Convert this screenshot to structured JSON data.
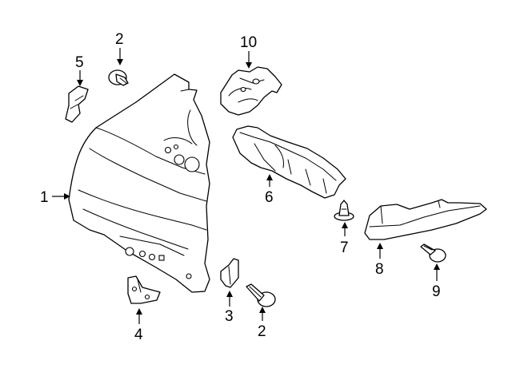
{
  "callouts": [
    {
      "id": "c1",
      "label": "1"
    },
    {
      "id": "c2a",
      "label": "2"
    },
    {
      "id": "c2b",
      "label": "2"
    },
    {
      "id": "c3",
      "label": "3"
    },
    {
      "id": "c4",
      "label": "4"
    },
    {
      "id": "c5",
      "label": "5"
    },
    {
      "id": "c6",
      "label": "6"
    },
    {
      "id": "c7",
      "label": "7"
    },
    {
      "id": "c8",
      "label": "8"
    },
    {
      "id": "c9",
      "label": "9"
    },
    {
      "id": "c10",
      "label": "10"
    }
  ]
}
